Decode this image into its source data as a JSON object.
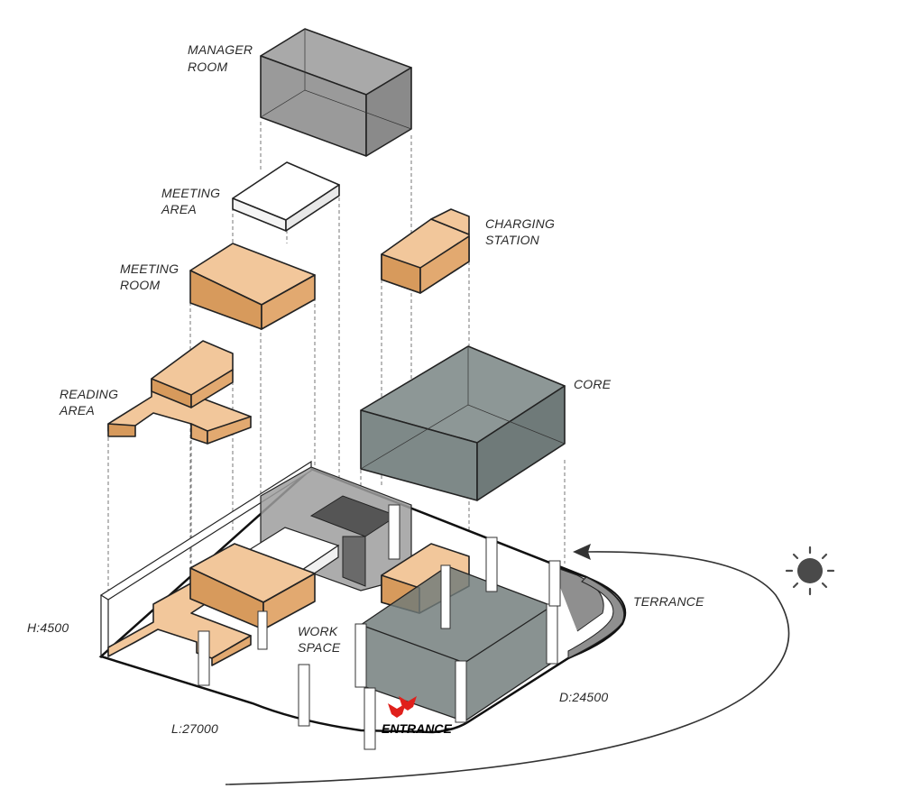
{
  "labels": {
    "manager_room": [
      "MANAGER",
      "ROOM"
    ],
    "meeting_area": [
      "MEETING",
      "AREA"
    ],
    "charging_station": [
      "CHARGING",
      "STATION"
    ],
    "meeting_room": [
      "MEETING",
      "ROOM"
    ],
    "reading_area": [
      "READING",
      "AREA"
    ],
    "core": "CORE",
    "terrance": "TERRANCE",
    "work_space": [
      "WORK",
      "SPACE"
    ],
    "entrance": "ENTRANCE"
  },
  "dimensions": {
    "height": "H:4500",
    "length": "L:27000",
    "depth": "D:24500"
  },
  "colors": {
    "wood": "#f2c79b",
    "grey_volume": "#9a9a9a",
    "core": "#7e8988",
    "entrance_arrow": "#e0201b",
    "sun": "#4a4a4a"
  },
  "icons": {
    "sun": "sun-icon",
    "entrance_marker": "entrance-arrow-icon",
    "path_arrow": "arrow-left-icon"
  }
}
